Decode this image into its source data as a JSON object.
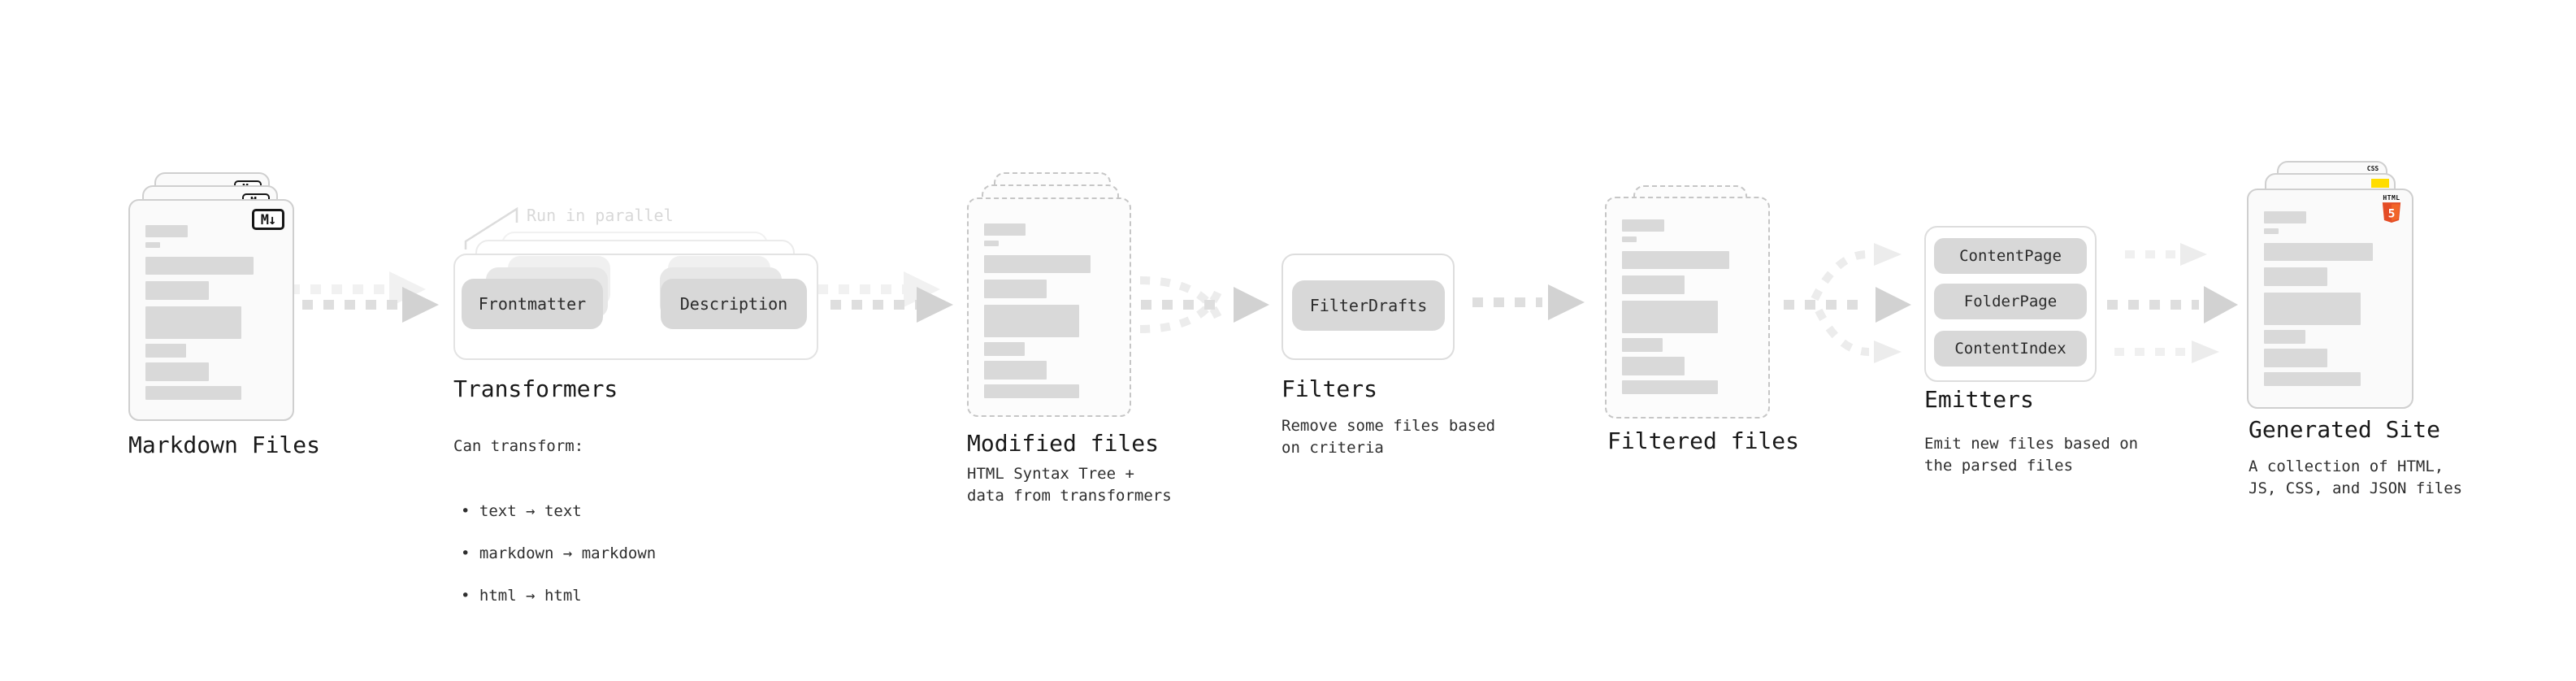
{
  "diagram": {
    "stages": {
      "markdown_files": {
        "label": "Markdown Files",
        "badge": "M↓"
      },
      "transformers": {
        "label": "Transformers",
        "callout": "Run in parallel",
        "pill_frontmatter": "Frontmatter",
        "pill_description": "Description",
        "desc_title": "Can transform:",
        "bullets": [
          "• text → text",
          "• markdown → markdown",
          "• html → html"
        ]
      },
      "modified_files": {
        "label": "Modified files",
        "sublabel": "HTML Syntax Tree +\ndata from transformers"
      },
      "filters": {
        "label": "Filters",
        "pill": "FilterDrafts",
        "sublabel": "Remove some files based\non criteria"
      },
      "filtered_files": {
        "label": "Filtered files"
      },
      "emitters": {
        "label": "Emitters",
        "pills": [
          "ContentPage",
          "FolderPage",
          "ContentIndex"
        ],
        "sublabel": "Emit new files based on\nthe parsed files"
      },
      "generated_site": {
        "label": "Generated Site",
        "sublabel": "A collection of HTML,\nJS, CSS, and JSON files",
        "badge_css": "CSS",
        "badge_html_label": "HTML",
        "badge_html_number": "5"
      }
    },
    "colors": {
      "html5_orange": "#e44d26",
      "html5_orange_light": "#f16529",
      "js_yellow": "#ffdd00",
      "css_blue": "#2563eb",
      "pill_gray": "#d8d8d8",
      "bar_gray": "#d9d9d9",
      "arrow_gray": "#d2d2d2",
      "ghost_gray": "#f1f1f1"
    }
  }
}
